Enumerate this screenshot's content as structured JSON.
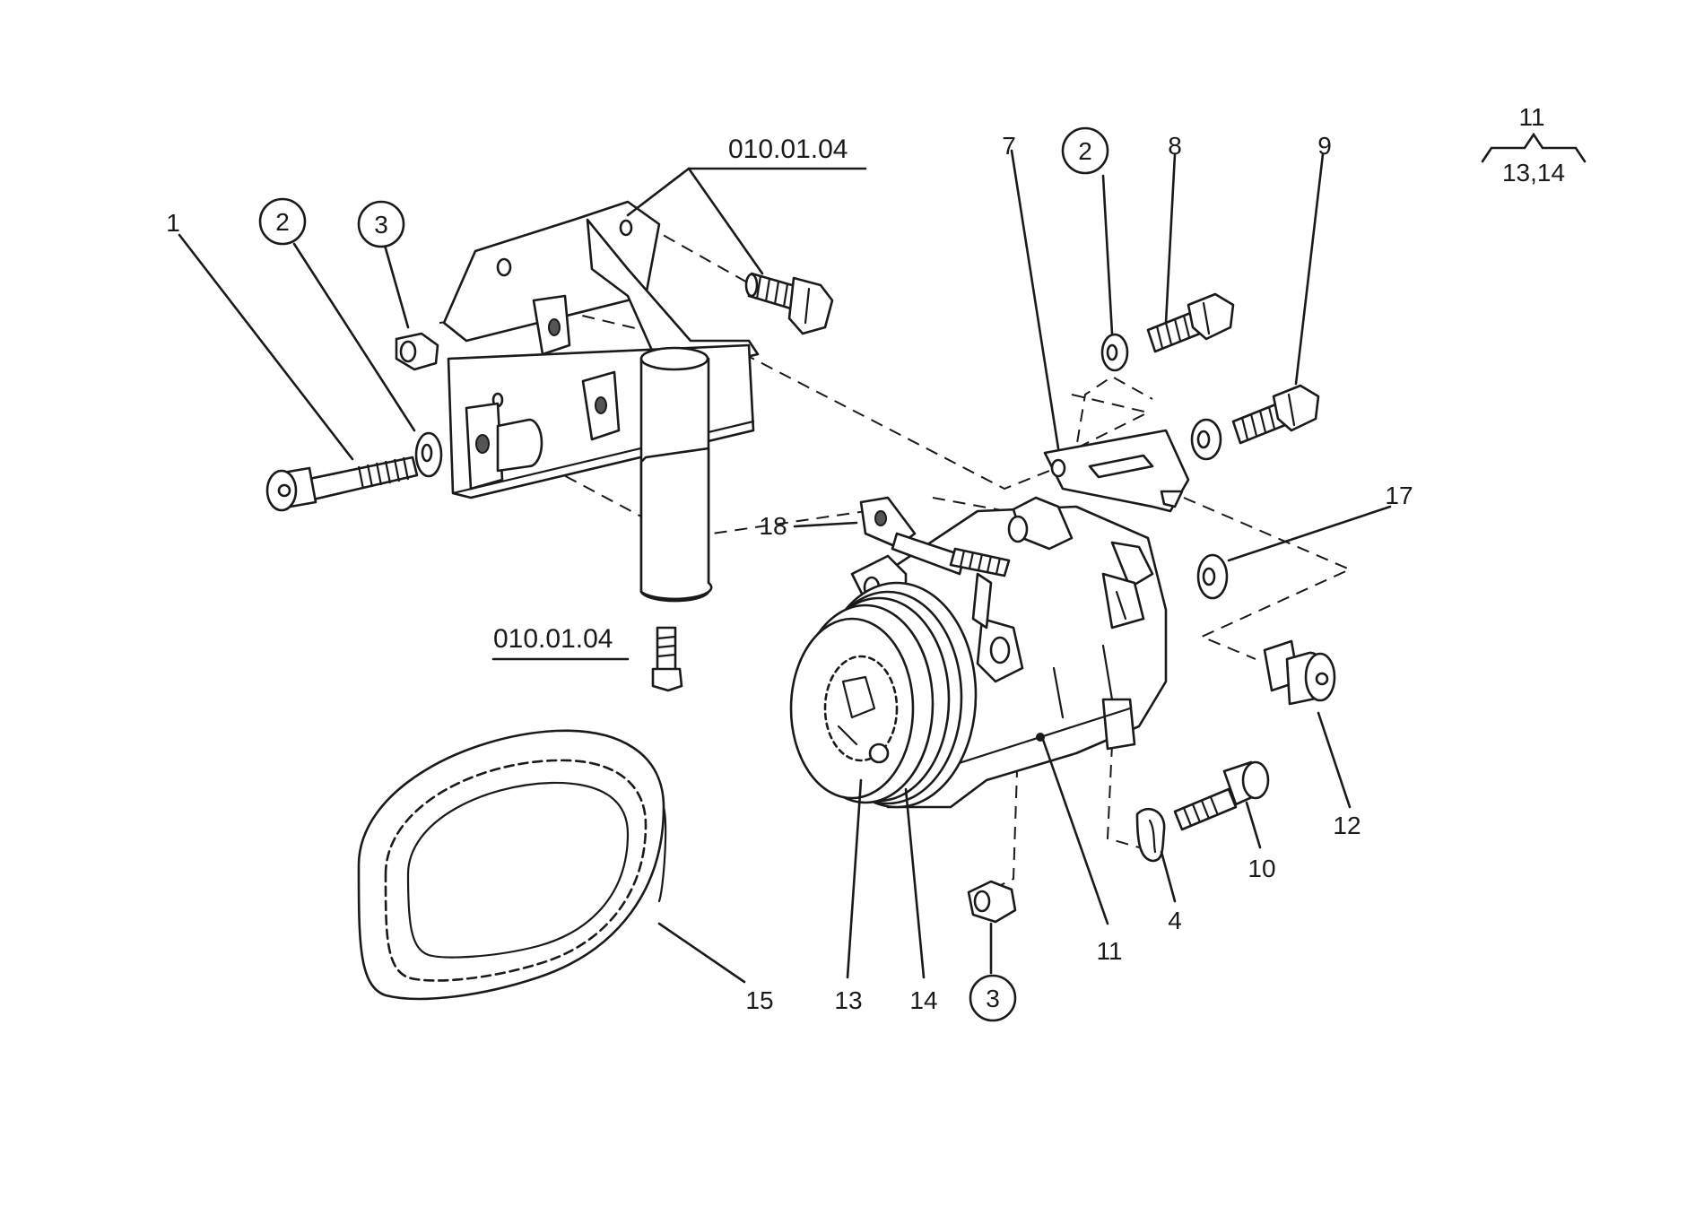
{
  "diagram": {
    "reference_labels": {
      "ref_top": "010.01.04",
      "ref_bottom": "010.01.04"
    },
    "grouping_note": {
      "parent": "11",
      "children": "13,14"
    },
    "callouts": {
      "c1": "1",
      "c2_left": "2",
      "c3_left": "3",
      "c7": "7",
      "c2_right": "2",
      "c8": "8",
      "c9": "9",
      "c17": "17",
      "c18": "18",
      "c12": "12",
      "c10": "10",
      "c4": "4",
      "c11": "11",
      "c3_bottom": "3",
      "c14": "14",
      "c13": "13",
      "c15": "15"
    },
    "circled_callouts": [
      "c2_left",
      "c3_left",
      "c2_right",
      "c3_bottom"
    ]
  }
}
